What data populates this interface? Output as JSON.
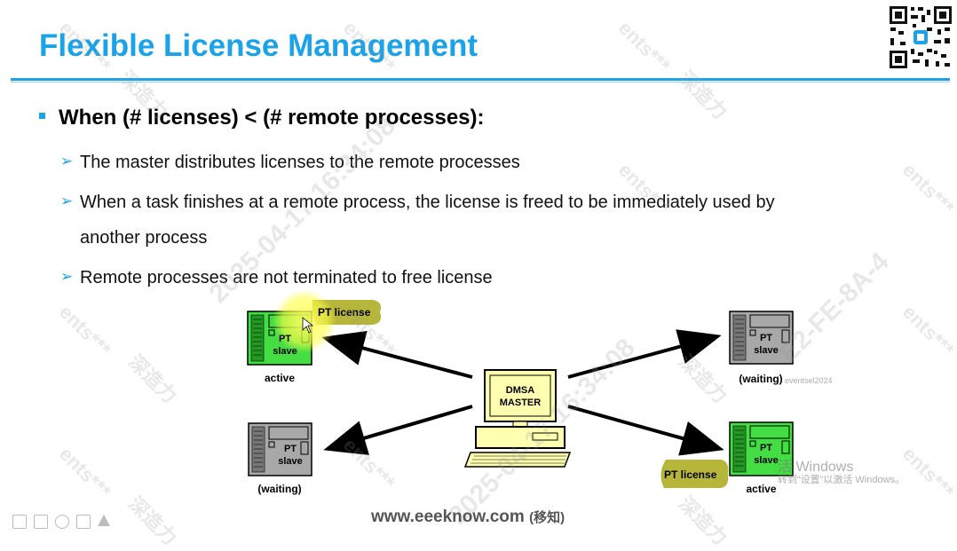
{
  "slide": {
    "title": "Flexible License Management",
    "main_bullet": "When (# licenses) < (# remote processes):",
    "sub_bullets": [
      "The master distributes licenses to the remote processes",
      "When a task finishes at a remote process, the license is freed to be immediately used by",
      "another process",
      "Remote processes are not terminated to free license"
    ]
  },
  "diagram": {
    "master": {
      "line1": "DMSA",
      "line2": "MASTER"
    },
    "nodes": [
      {
        "line1": "PT",
        "line2": "slave",
        "status": "active"
      },
      {
        "line1": "PT",
        "line2": "slave",
        "status": "(waiting)"
      },
      {
        "line1": "PT",
        "line2": "slave",
        "status": "(waiting)"
      },
      {
        "line1": "PT",
        "line2": "slave",
        "status": "active"
      }
    ],
    "license_tags": [
      "PT license",
      "PT license"
    ],
    "colors": {
      "active": "#33cc33",
      "inactive": "#a8a8a8",
      "master": "#ffffb0",
      "tag": "#b6b63a"
    }
  },
  "footer": {
    "site": "www.eeeknow.com",
    "suffix": "(移知)"
  },
  "overlay": {
    "activate_title": "活 Windows",
    "activate_sub": "转到“设置”以激活 Windows。",
    "watermarks": [
      "ents***",
      "深造力",
      "2025-04-17 16:34:08",
      "E2-FE-8A-4",
      "eventsel2024"
    ]
  },
  "theme": {
    "accent": "#1aa3e8"
  }
}
